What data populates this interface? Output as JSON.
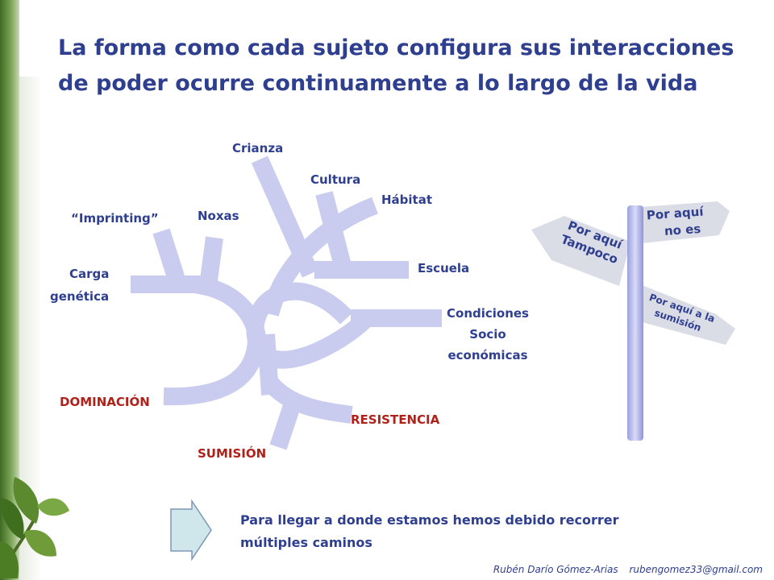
{
  "title": {
    "line1": "La forma como cada sujeto configura sus interacciones",
    "line2": "de poder ocurre continuamente a  lo largo de la vida"
  },
  "diagram": {
    "labels": {
      "crianza": "Crianza",
      "cultura": "Cultura",
      "habitat": "Hábitat",
      "imprinting": "“Imprinting”",
      "noxas": "Noxas",
      "escuela": "Escuela",
      "carga": "Carga",
      "genetica": "genética",
      "condiciones": "Condiciones",
      "socio": "Socio",
      "economicas": "económicas",
      "dominacion": "DOMINACIÓN",
      "resistencia": "RESISTENCIA",
      "sumision": "SUMISIÓN"
    },
    "branch_color": "#c9cbef",
    "label_color": "#2f3f8f",
    "outcome_color": "#b0211a"
  },
  "signpost": {
    "sign_right_top": {
      "line1": "Por aquí",
      "line2": "no es"
    },
    "sign_left": {
      "line1": "Por aquí",
      "line2": "Tampoco"
    },
    "sign_right_bottom": {
      "line1": "Por aquí a la",
      "line2": "sumisión"
    }
  },
  "bottom": {
    "line1": "Para llegar a donde estamos hemos debido recorrer",
    "line2": "múltiples caminos"
  },
  "footer": {
    "author": "Rubén Darío Gómez-Arias",
    "email": "rubengomez33@gmail.com"
  },
  "icons": {
    "arrow": "right-arrow-icon",
    "plant": "plant-leaves-icon"
  }
}
